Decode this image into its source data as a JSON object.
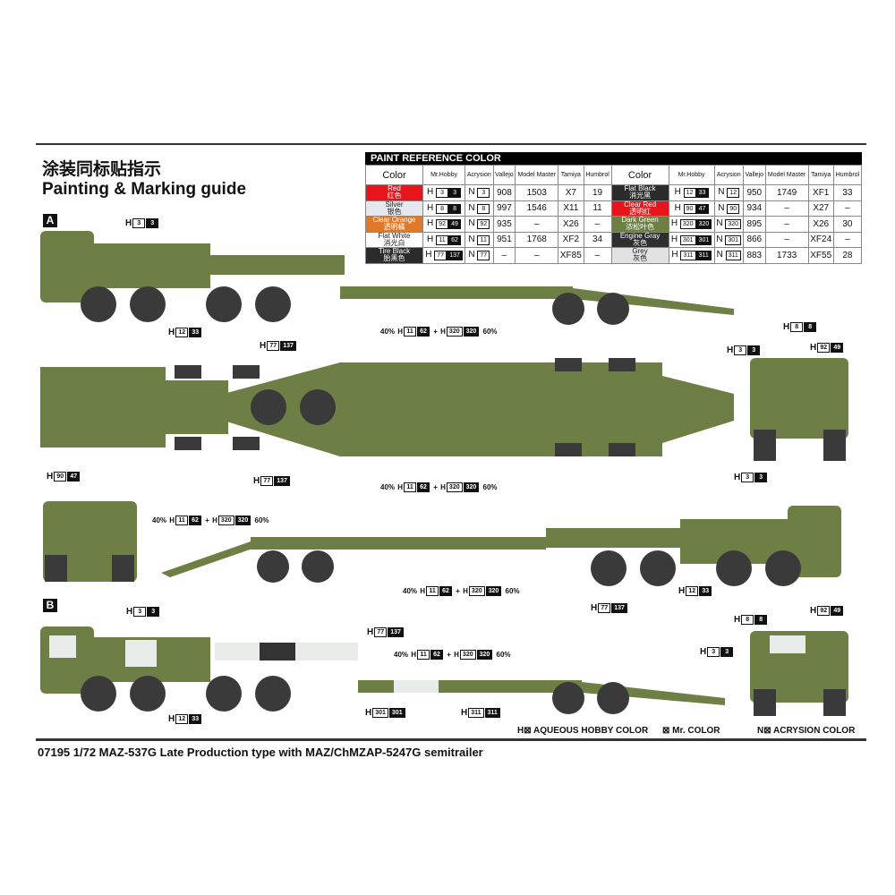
{
  "title_cn": "涂装同标贴指示",
  "title_en": "Painting & Marking guide",
  "sections": [
    "A",
    "B"
  ],
  "paint_table": {
    "title": "PAINT  REFERENCE COLOR",
    "headers": [
      "Color",
      "Mr.Hobby",
      "Acrysion",
      "Vallejo",
      "Model Master",
      "Tamiya",
      "Humbrol"
    ],
    "left": [
      {
        "en": "Red",
        "cn": "红色",
        "color": "#e8141b",
        "text": "#fff",
        "h": "3",
        "mr": "3",
        "n": "3",
        "vallejo": "908",
        "mm": "1503",
        "tamiya": "X7",
        "humbrol": "19"
      },
      {
        "en": "Silver",
        "cn": "银色",
        "color": "#e6e8f0",
        "text": "#222",
        "h": "8",
        "mr": "8",
        "n": "8",
        "vallejo": "997",
        "mm": "1546",
        "tamiya": "X11",
        "humbrol": "11"
      },
      {
        "en": "Clear Orange",
        "cn": "透明橘",
        "color": "#e07a2a",
        "text": "#fff",
        "h": "92",
        "mr": "49",
        "n": "92",
        "vallejo": "935",
        "mm": "–",
        "tamiya": "X26",
        "humbrol": "–"
      },
      {
        "en": "Flat White",
        "cn": "消光白",
        "color": "#ffffff",
        "text": "#222",
        "h": "11",
        "mr": "62",
        "n": "11",
        "vallejo": "951",
        "mm": "1768",
        "tamiya": "XF2",
        "humbrol": "34"
      },
      {
        "en": "Tire Black",
        "cn": "胎黑色",
        "color": "#2b2b2b",
        "text": "#fff",
        "h": "77",
        "mr": "137",
        "n": "77",
        "vallejo": "–",
        "mm": "–",
        "tamiya": "XF85",
        "humbrol": "–"
      }
    ],
    "right": [
      {
        "en": "Flat Black",
        "cn": "消光黑",
        "color": "#2b2b2b",
        "text": "#fff",
        "h": "12",
        "mr": "33",
        "n": "12",
        "vallejo": "950",
        "mm": "1749",
        "tamiya": "XF1",
        "humbrol": "33"
      },
      {
        "en": "Clear Red",
        "cn": "透明红",
        "color": "#e8141b",
        "text": "#fff",
        "h": "90",
        "mr": "47",
        "n": "90",
        "vallejo": "934",
        "mm": "–",
        "tamiya": "X27",
        "humbrol": "–"
      },
      {
        "en": "Dark Green",
        "cn": "浓松叶色",
        "color": "#6d7f44",
        "text": "#fff",
        "h": "320",
        "mr": "320",
        "n": "320",
        "vallejo": "895",
        "mm": "–",
        "tamiya": "X26",
        "humbrol": "30"
      },
      {
        "en": "Engine Gray",
        "cn": "灰色",
        "color": "#2f2f2f",
        "text": "#fff",
        "h": "301",
        "mr": "301",
        "n": "301",
        "vallejo": "866",
        "mm": "–",
        "tamiya": "XF24",
        "humbrol": "–"
      },
      {
        "en": "Grey",
        "cn": "灰色",
        "color": "#e2e2e2",
        "text": "#222",
        "h": "311",
        "mr": "311",
        "n": "311",
        "vallejo": "883",
        "mm": "1733",
        "tamiya": "XF55",
        "humbrol": "28"
      }
    ]
  },
  "callouts": [
    {
      "h": "3",
      "mr": "3"
    },
    {
      "h": "12",
      "mr": "33"
    },
    {
      "h": "77",
      "mr": "137"
    },
    {
      "h": "8",
      "mr": "8"
    },
    {
      "h": "3",
      "mr": "3"
    },
    {
      "h": "92",
      "mr": "49"
    },
    {
      "h": "77",
      "mr": "137"
    },
    {
      "h": "90",
      "mr": "47"
    },
    {
      "h": "3",
      "mr": "3"
    },
    {
      "h": "12",
      "mr": "33"
    },
    {
      "h": "77",
      "mr": "137"
    },
    {
      "h": "3",
      "mr": "3"
    },
    {
      "h": "77",
      "mr": "137"
    },
    {
      "h": "12",
      "mr": "33"
    },
    {
      "h": "301",
      "mr": "301"
    },
    {
      "h": "311",
      "mr": "311"
    },
    {
      "h": "8",
      "mr": "8"
    },
    {
      "h": "92",
      "mr": "49"
    },
    {
      "h": "3",
      "mr": "3"
    }
  ],
  "mix": {
    "pct1": "40%",
    "h1": "11",
    "mr1": "62",
    "plus": "+",
    "h2": "320",
    "mr2": "320",
    "pct2": "60%"
  },
  "legend": {
    "h": "H⊠ AQUEOUS HOBBY COLOR",
    "mr": "⊠ Mr. COLOR",
    "n": "N⊠ ACRYSION COLOR"
  },
  "footer": "07195 1/72 MAZ-537G Late Production type with MAZ/ChMZAP-5247G semitrailer",
  "colors": {
    "green": "#6d7f44",
    "dark_green": "#55652f",
    "tire": "#3a3a3a",
    "camo_white": "#e8ece8",
    "camo_black": "#333"
  }
}
